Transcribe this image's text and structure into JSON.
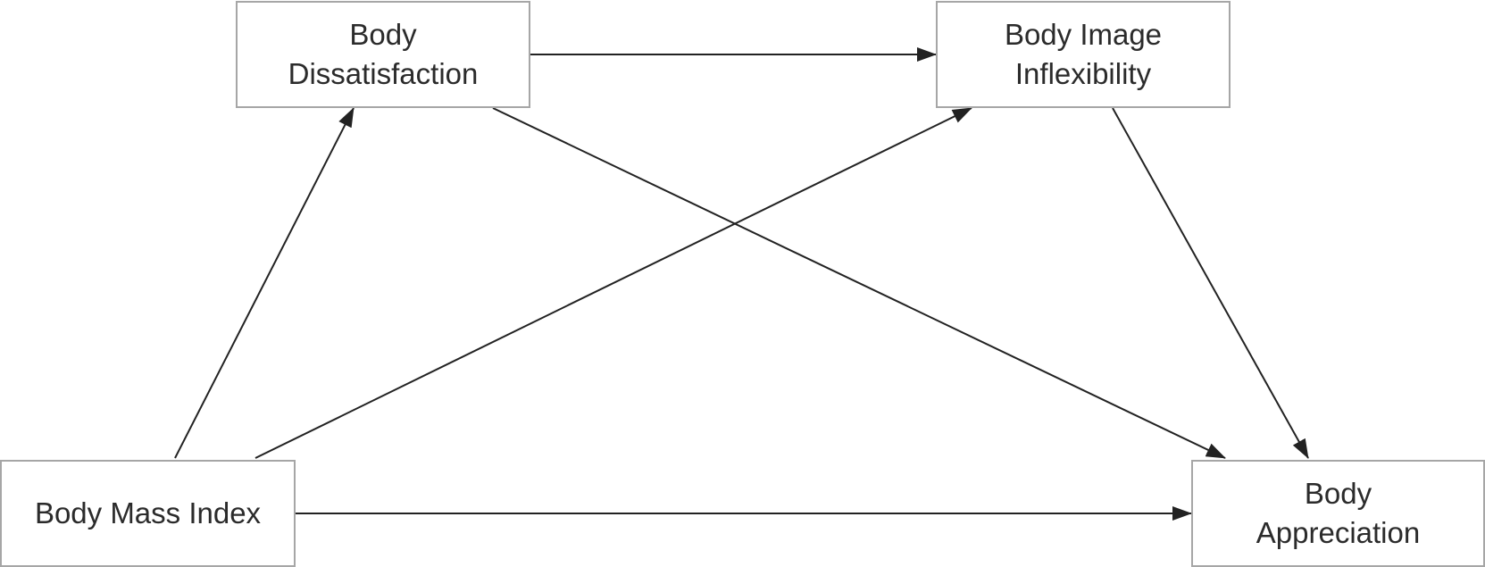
{
  "nodes": {
    "body_dissatisfaction": {
      "line1": "Body",
      "line2": "Dissatisfaction"
    },
    "body_image_inflexibility": {
      "line1": "Body Image",
      "line2": "Inflexibility"
    },
    "body_mass_index": {
      "line1": "Body Mass Index"
    },
    "body_appreciation": {
      "line1": "Body",
      "line2": "Appreciation"
    }
  },
  "edges": [
    {
      "from": "body_mass_index",
      "to": "body_dissatisfaction"
    },
    {
      "from": "body_mass_index",
      "to": "body_image_inflexibility"
    },
    {
      "from": "body_mass_index",
      "to": "body_appreciation"
    },
    {
      "from": "body_dissatisfaction",
      "to": "body_image_inflexibility"
    },
    {
      "from": "body_dissatisfaction",
      "to": "body_appreciation"
    },
    {
      "from": "body_image_inflexibility",
      "to": "body_appreciation"
    }
  ],
  "colors": {
    "box_border": "#a6a6a6",
    "text": "#2b2b2b",
    "arrow": "#222222"
  }
}
